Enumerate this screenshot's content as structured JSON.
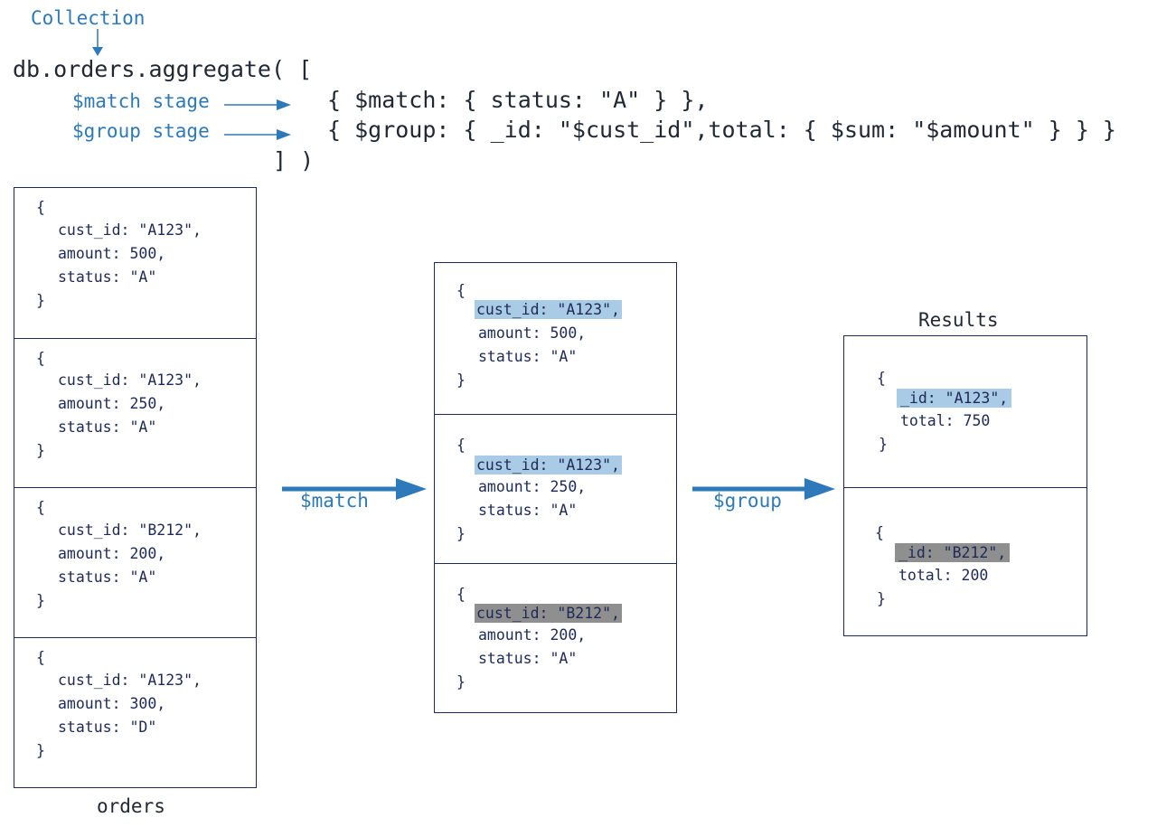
{
  "header": {
    "collection_label": "Collection",
    "line1": "db.orders.aggregate( [",
    "match_stage_label": "$match stage",
    "match_code": "{ $match: { status: \"A\" } },",
    "group_stage_label": "$group stage",
    "group_code": "{ $group: { _id: \"$cust_id\",total: { $sum: \"$amount\" } } }",
    "close_line": "] )"
  },
  "orders": {
    "caption": "orders",
    "docs": [
      {
        "open": "{",
        "cust_id": "cust_id: \"A123\",",
        "amount": "amount: 500,",
        "status": "status: \"A\"",
        "close": "}"
      },
      {
        "open": "{",
        "cust_id": "cust_id: \"A123\",",
        "amount": "amount: 250,",
        "status": "status: \"A\"",
        "close": "}"
      },
      {
        "open": "{",
        "cust_id": "cust_id: \"B212\",",
        "amount": "amount: 200,",
        "status": "status: \"A\"",
        "close": "}"
      },
      {
        "open": "{",
        "cust_id": "cust_id: \"A123\",",
        "amount": "amount: 300,",
        "status": "status: \"D\"",
        "close": "}"
      }
    ]
  },
  "arrows": {
    "match_label": "$match",
    "group_label": "$group"
  },
  "matched": {
    "docs": [
      {
        "open": "{",
        "cust_id": "cust_id: \"A123\",",
        "amount": "amount: 500,",
        "status": "status: \"A\"",
        "close": "}"
      },
      {
        "open": "{",
        "cust_id": "cust_id: \"A123\",",
        "amount": "amount: 250,",
        "status": "status: \"A\"",
        "close": "}"
      },
      {
        "open": "{",
        "cust_id": "cust_id: \"B212\",",
        "amount": "amount: 200,",
        "status": "status: \"A\"",
        "close": "}"
      }
    ]
  },
  "results": {
    "caption": "Results",
    "docs": [
      {
        "open": "{",
        "id": "_id: \"A123\",",
        "total": "total: 750",
        "close": "}"
      },
      {
        "open": "{",
        "id": "_id: \"B212\",",
        "total": "total: 200",
        "close": "}"
      }
    ]
  },
  "colors": {
    "accent_blue": "#2e79b9",
    "border_navy": "#1e2a56",
    "highlight_a123": "#a9cbe6",
    "highlight_b212": "#8f8f8f"
  }
}
